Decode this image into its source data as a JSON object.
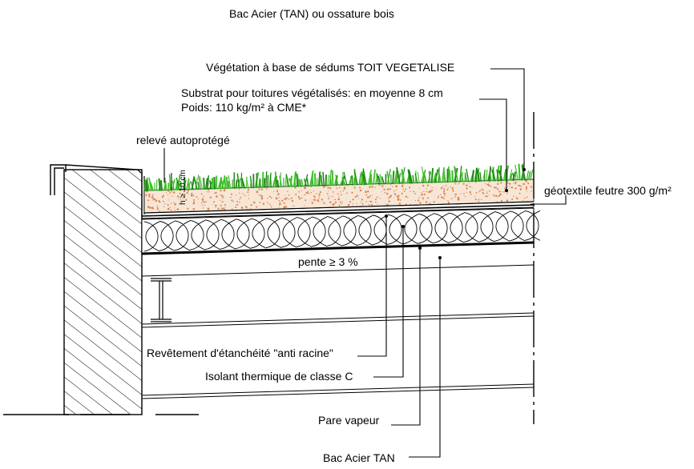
{
  "title": "Bac Acier (TAN) ou ossature bois",
  "labels": {
    "vegetation": "Végétation à base de sédums TOIT VEGETALISE",
    "substrate_line1": "Substrat pour toitures végétalisés: en moyenne 8 cm",
    "substrate_line2": "Poids: 110 kg/m² à CME*",
    "releve": "relevé autoprotégé",
    "geotextile": "géotextile feutre 300 g/m²",
    "slope": "pente ≥ 3 %",
    "height_mark": "h ≥ 10 cm",
    "waterproofing": "Revêtement d'étanchéité \"anti racine\"",
    "insulation": "Isolant thermique de classe C",
    "vapour_barrier": "Pare vapeur",
    "steel_deck": "Bac Acier TAN"
  },
  "colors": {
    "vegetation": "#3fbf2a",
    "vegetation_dark": "#1f8a14",
    "substrate_fill": "#f7e6d6",
    "substrate_dots": "#d9824f",
    "line": "#000000"
  }
}
